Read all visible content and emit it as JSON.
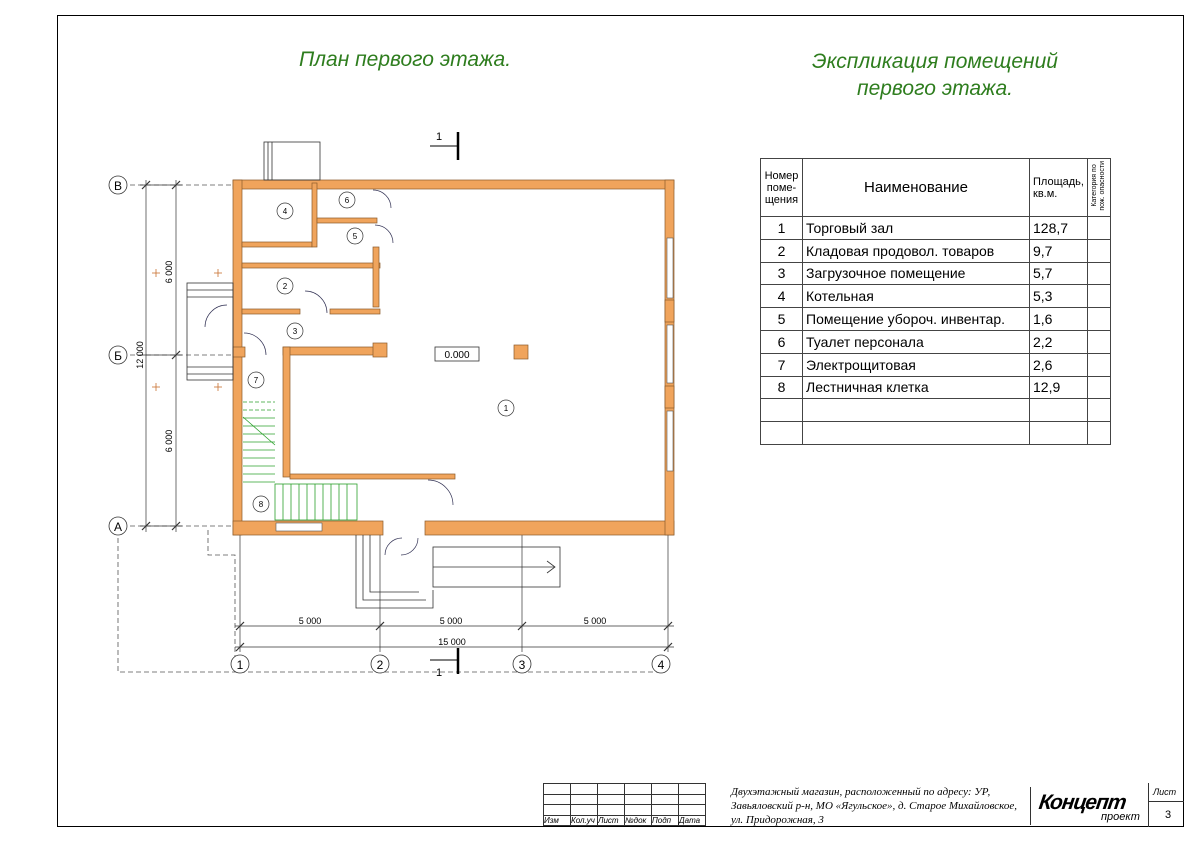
{
  "plan_title": "План первого этажа.",
  "explication_title_1": "Экспликация помещений",
  "explication_title_2": "первого этажа.",
  "table": {
    "h_num_1": "Номер",
    "h_num_2": "поме-",
    "h_num_3": "щения",
    "h_name": "Наименование",
    "h_area_1": "Площадь,",
    "h_area_2": "кв.м.",
    "h_cat_1": "Категория по",
    "h_cat_2": "пож. опасности",
    "rows": [
      {
        "num": "1",
        "name": "Торговый зал",
        "area": "128,7"
      },
      {
        "num": "2",
        "name": "Кладовая продовол. товаров",
        "area": "9,7"
      },
      {
        "num": "3",
        "name": "Загрузочное помещение",
        "area": "5,7"
      },
      {
        "num": "4",
        "name": "Котельная",
        "area": "5,3"
      },
      {
        "num": "5",
        "name": "Помещение убороч. инвентар.",
        "area": "1,6"
      },
      {
        "num": "6",
        "name": "Туалет персонала",
        "area": "2,2"
      },
      {
        "num": "7",
        "name": "Электрощитовая",
        "area": "2,6"
      },
      {
        "num": "8",
        "name": "Лестничная клетка",
        "area": "12,9"
      },
      {
        "num": "",
        "name": "",
        "area": ""
      },
      {
        "num": "",
        "name": "",
        "area": ""
      }
    ]
  },
  "plan": {
    "axis_rows": [
      "В",
      "Б",
      "А"
    ],
    "axis_cols": [
      "1",
      "2",
      "3",
      "4"
    ],
    "dim_5000": "5 000",
    "dim_15000": "15 000",
    "dim_6000": "6 000",
    "dim_12000": "12 000",
    "level_mark": "0.000",
    "section_mark": "1",
    "room_numbers": [
      "1",
      "2",
      "3",
      "4",
      "5",
      "6",
      "7",
      "8"
    ]
  },
  "stamp": {
    "cols": [
      "Изм",
      "Кол.уч",
      "Лист",
      "№док",
      "Подп",
      "Дата"
    ],
    "description": "Двухэтажный магазин, расположенный по адресу: УР, Завьяловский р-н, МО «Ягульское», д. Старое Михайловское, ул. Придорожная, 3",
    "logo_1": "Концепт",
    "logo_2": "проект",
    "sheet_label": "Лист",
    "sheet_num": "3"
  },
  "colors": {
    "title": "#2e7d1e",
    "wall": "#f0a45c",
    "wall_stroke": "#8a5a2a",
    "stairs": "#2ca02c"
  }
}
